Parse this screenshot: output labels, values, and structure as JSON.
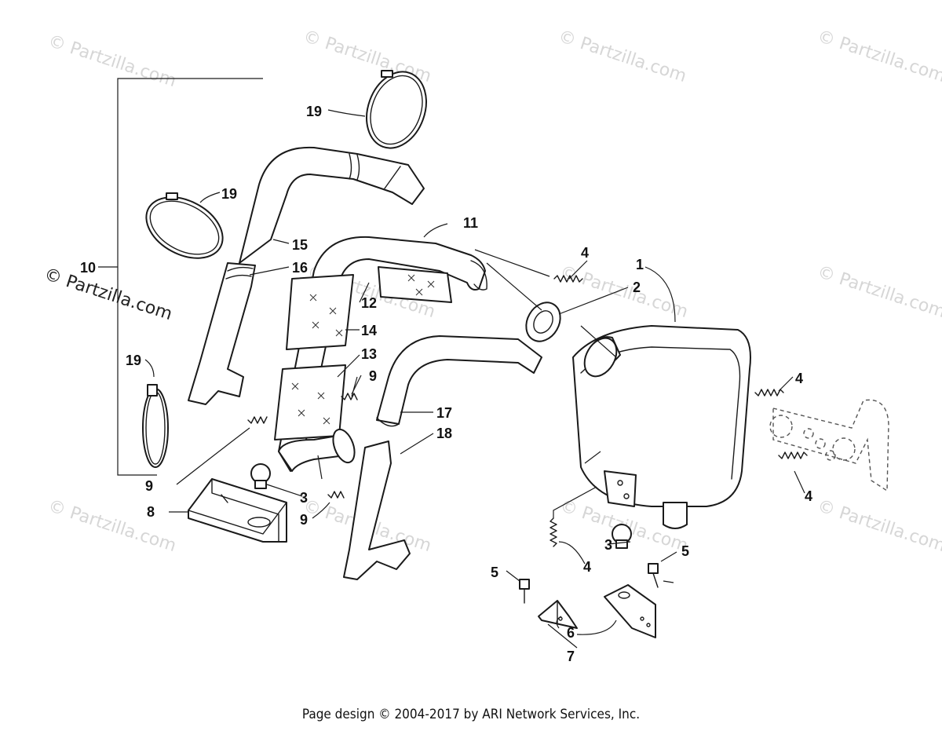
{
  "watermark": {
    "text": "© Partzilla.com",
    "label_text": "© Partzilla.com"
  },
  "callouts": {
    "c1": "1",
    "c2": "2",
    "c3a": "3",
    "c3b": "3",
    "c4a": "4",
    "c4b": "4",
    "c4c": "4",
    "c4d": "4",
    "c5a": "5",
    "c5b": "5",
    "c6": "6",
    "c7": "7",
    "c8": "8",
    "c9a": "9",
    "c9b": "9",
    "c9c": "9",
    "c10": "10",
    "c11": "11",
    "c12": "12",
    "c13": "13",
    "c14": "14",
    "c15": "15",
    "c16": "16",
    "c17": "17",
    "c18": "18",
    "c19a": "19",
    "c19b": "19",
    "c19c": "19"
  },
  "footer": {
    "text": "Page design © 2004-2017 by ARI Network Services, Inc."
  }
}
